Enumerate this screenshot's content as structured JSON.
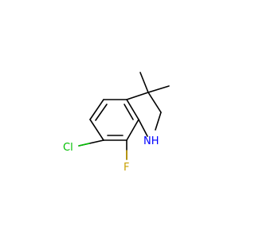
{
  "molecule": {
    "atoms": [
      {
        "id": "c-ring-top",
        "label": ""
      },
      {
        "id": "c-ring-upper-left",
        "label": ""
      },
      {
        "id": "c-6",
        "label": ""
      },
      {
        "id": "c-7",
        "label": ""
      },
      {
        "id": "c-7a",
        "label": ""
      },
      {
        "id": "c-3a",
        "label": ""
      },
      {
        "id": "c-3",
        "label": ""
      },
      {
        "id": "c-2",
        "label": ""
      },
      {
        "id": "n-1",
        "label": "NH"
      },
      {
        "id": "methyl-a",
        "label": ""
      },
      {
        "id": "methyl-b",
        "label": ""
      },
      {
        "id": "cl",
        "label": "Cl"
      },
      {
        "id": "f",
        "label": "F"
      }
    ],
    "colors": {
      "carbon_bonds": "#000000",
      "nitrogen": "#0000ff",
      "chlorine": "#00c000",
      "fluorine": "#c8a000"
    }
  }
}
